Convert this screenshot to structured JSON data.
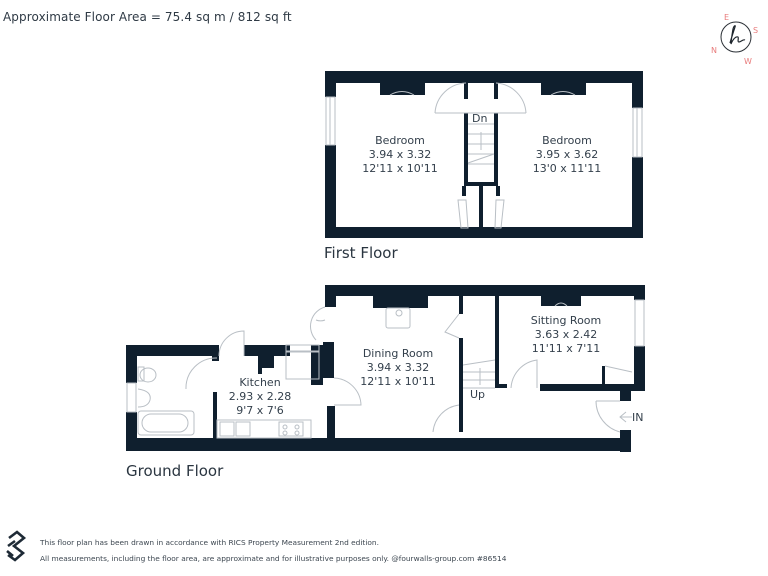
{
  "header": {
    "area_title": "Approximate Floor Area = 75.4 sq m / 812 sq ft"
  },
  "compass": {
    "icon": "compass-logo-icon",
    "directions": {
      "north": "N",
      "east": "E",
      "south": "S",
      "west": "W"
    },
    "accent_color": "#e87b7b"
  },
  "colors": {
    "wall": "#0f1f2e",
    "text": "#34404c",
    "fixture": "#b9bfc5"
  },
  "first_floor": {
    "label": "First Floor",
    "rooms": [
      {
        "name": "Bedroom",
        "metric": "3.94 x 3.32",
        "imperial": "12'11 x 10'11"
      },
      {
        "name": "Bedroom",
        "metric": "3.95 x 3.62",
        "imperial": "13'0 x 11'11"
      }
    ],
    "stair_label": "Dn"
  },
  "ground_floor": {
    "label": "Ground Floor",
    "rooms": [
      {
        "name": "Kitchen",
        "metric": "2.93 x 2.28",
        "imperial": "9'7 x 7'6"
      },
      {
        "name": "Dining Room",
        "metric": "3.94 x 3.32",
        "imperial": "12'11 x 10'11"
      },
      {
        "name": "Sitting Room",
        "metric": "3.63 x 2.42",
        "imperial": "11'11 x 7'11"
      }
    ],
    "stair_label": "Up",
    "entrance_label": "IN",
    "entrance_icon": "arrow-left-icon"
  },
  "footer": {
    "line1": "This floor plan has been drawn in accordance with RICS Property Measurement 2nd edition.",
    "line2": "All measurements, including the floor area, are approximate and for illustrative purposes only. @fourwalls-group.com #86514",
    "logo": "fourwalls-logo-icon"
  }
}
